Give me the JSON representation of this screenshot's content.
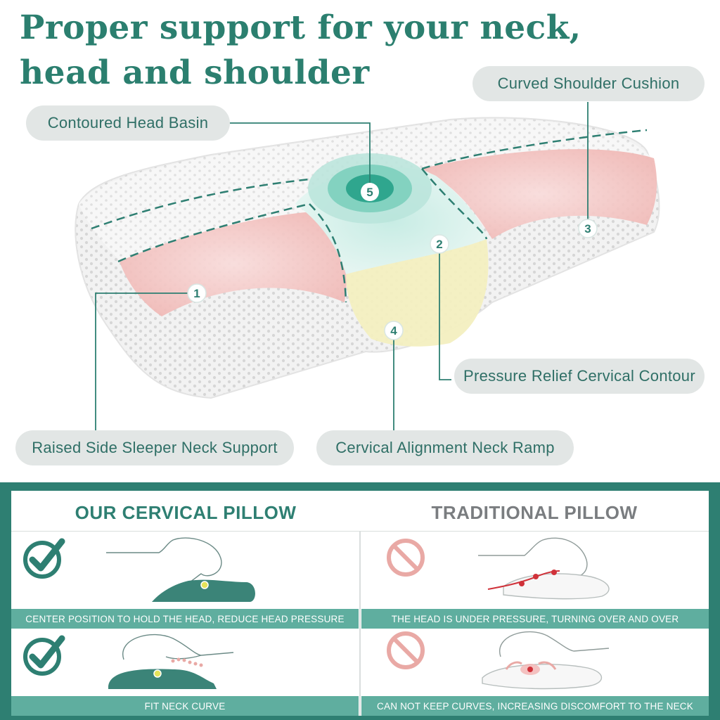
{
  "headline": {
    "line1": "Proper support for your neck,",
    "line2": "head and shoulder"
  },
  "callouts": {
    "head_basin": "Contoured Head Basin",
    "shoulder_cushion": "Curved Shoulder Cushion",
    "pressure_relief": "Pressure Relief Cervical Contour",
    "side_sleeper": "Raised Side Sleeper Neck Support",
    "neck_ramp": "Cervical Alignment Neck Ramp"
  },
  "markers": [
    "1",
    "2",
    "3",
    "4",
    "5"
  ],
  "comparison": {
    "ours_title": "OUR CERVICAL PILLOW",
    "traditional_title": "TRADITIONAL PILLOW",
    "ours_captions": [
      "CENTER POSITION TO HOLD THE HEAD, REDUCE HEAD PRESSURE",
      "FIT NECK CURVE"
    ],
    "traditional_captions": [
      "THE HEAD IS UNDER PRESSURE, TURNING OVER AND OVER",
      "CAN NOT KEEP CURVES, INCREASING DISCOMFORT TO THE NECK"
    ]
  },
  "colors": {
    "brand_green": "#2e7f72",
    "caption_green": "#5fae9f",
    "pill_bg": "#e2e6e5",
    "zone_pink": "#f4c9c6",
    "zone_yellow": "#f3efc0",
    "prohibit_pink": "#e9a9a5"
  },
  "icons": {
    "ok": "check-badge-icon",
    "bad": "prohibited-icon"
  }
}
